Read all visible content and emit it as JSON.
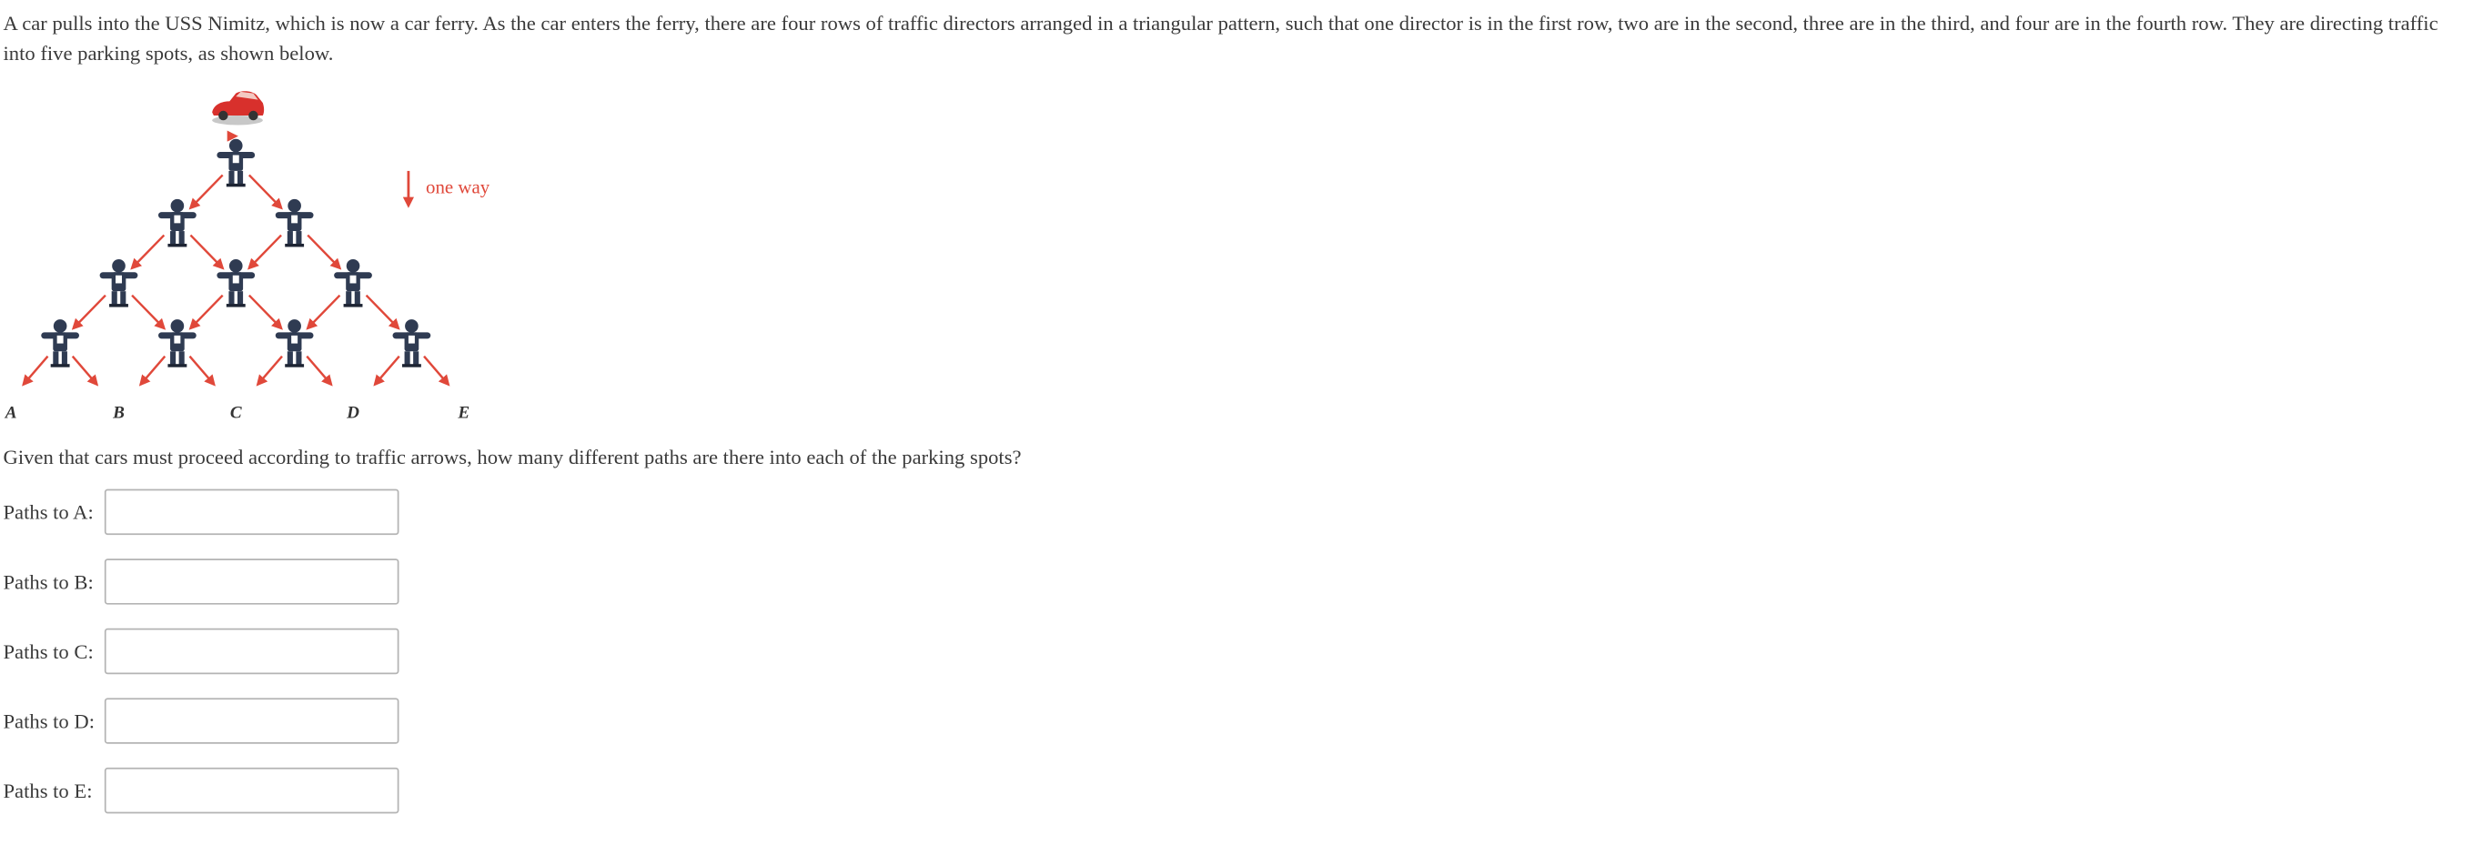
{
  "problem": {
    "intro": "A car pulls into the USS Nimitz, which is now a car ferry. As the car enters the ferry, there are four rows of traffic directors arranged in a triangular pattern, such that one director is in the first row, two are in the second, three are in the third, and four are in the fourth row. They are directing traffic into five parking spots, as shown below.",
    "question": "Given that cars must proceed according to traffic arrows, how many different paths are there into each of the parking spots?"
  },
  "figure": {
    "legend_text": "one way",
    "spots": [
      "A",
      "B",
      "C",
      "D",
      "E"
    ],
    "rows": 4,
    "arrow_color": "#e0483a",
    "car_color": "#d8302c",
    "director_color": "#2f3b52",
    "icons": [
      "car-icon",
      "traffic-director-icon",
      "arrow-icon"
    ]
  },
  "answers": [
    {
      "label": "Paths to A:",
      "value": "",
      "placeholder": ""
    },
    {
      "label": "Paths to B:",
      "value": "",
      "placeholder": ""
    },
    {
      "label": "Paths to C:",
      "value": "",
      "placeholder": ""
    },
    {
      "label": "Paths to D:",
      "value": "",
      "placeholder": ""
    },
    {
      "label": "Paths to E:",
      "value": "",
      "placeholder": ""
    }
  ]
}
